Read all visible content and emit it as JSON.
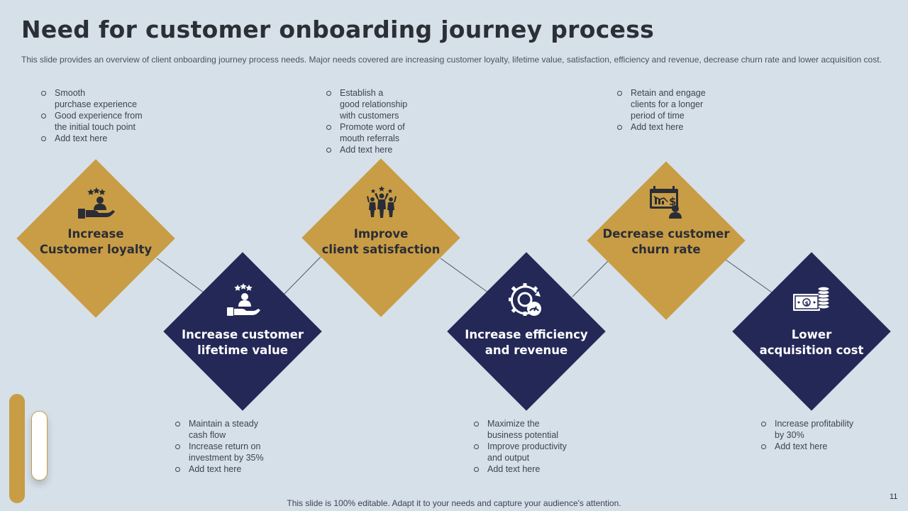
{
  "title": "Need for customer onboarding journey process",
  "subtitle": "This slide provides an overview of client onboarding journey process needs. Major needs covered are increasing customer loyalty, lifetime value, satisfaction, efficiency and revenue, decrease churn rate and lower acquisition cost.",
  "colors": {
    "gold": "#c99d45",
    "navy": "#232857",
    "background": "#d6e0e9"
  },
  "steps": [
    {
      "icon": "hand-holding-user-stars-icon",
      "label_lines": [
        "Increase",
        "Customer loyalty"
      ],
      "bullets": [
        [
          "Smooth",
          "purchase experience"
        ],
        [
          "Good experience from",
          "the initial touch point"
        ],
        [
          "Add text here"
        ]
      ]
    },
    {
      "icon": "hand-holding-user-stars-icon",
      "label_lines": [
        "Increase customer",
        "lifetime value"
      ],
      "bullets": [
        [
          "Maintain a steady",
          "cash flow"
        ],
        [
          "Increase return on",
          "investment  by 35%"
        ],
        [
          "Add text here"
        ]
      ]
    },
    {
      "icon": "cheering-team-icon",
      "label_lines": [
        "Improve",
        "client satisfaction"
      ],
      "bullets": [
        [
          "Establish a",
          "good relationship",
          "with customers"
        ],
        [
          "Promote word of",
          "mouth referrals"
        ],
        [
          "Add text here"
        ]
      ]
    },
    {
      "icon": "gear-speedometer-icon",
      "label_lines": [
        "Increase efficiency",
        "and revenue"
      ],
      "bullets": [
        [
          "Maximize the",
          "business potential"
        ],
        [
          "Improve  productivity",
          "and output"
        ],
        [
          "Add text here"
        ]
      ]
    },
    {
      "icon": "calendar-dollar-user-icon",
      "label_lines": [
        "Decrease customer",
        "churn rate"
      ],
      "bullets": [
        [
          "Retain and engage",
          "clients for a longer",
          "period of time"
        ],
        [
          "Add text here"
        ]
      ]
    },
    {
      "icon": "banknote-coins-icon",
      "label_lines": [
        "Lower",
        "acquisition cost"
      ],
      "bullets": [
        [
          "Increase profitability",
          "by 30%"
        ],
        [
          "Add text here"
        ]
      ]
    }
  ],
  "footer": "This slide is 100% editable. Adapt it to your needs and capture your audience's attention.",
  "page_number": "11"
}
